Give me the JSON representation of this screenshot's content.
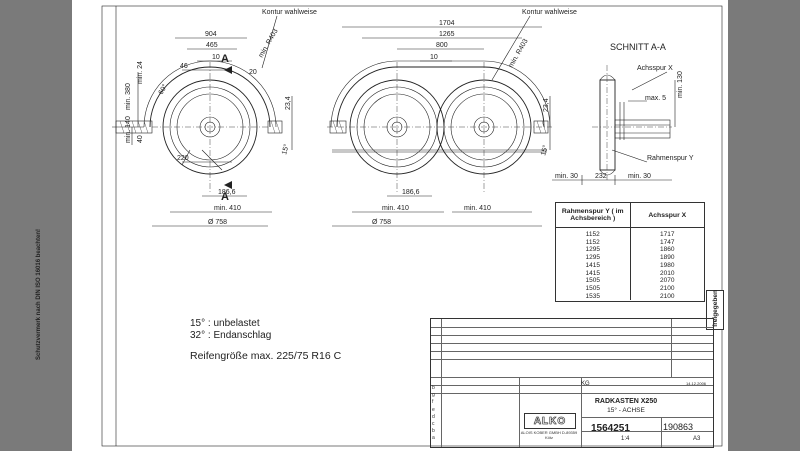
{
  "drawing": {
    "section_title": "SCHNITT A-A",
    "kontur_label": "Kontur wahlweise",
    "section_marker": "A",
    "dims_single": [
      "904",
      "465",
      "46",
      "10",
      "20",
      "min. 24",
      "min. R403",
      "60°",
      "min. 380",
      "min. 140",
      "40",
      "220",
      "186,6",
      "min. 410",
      "Ø 758",
      "23,4",
      "15°"
    ],
    "dims_double": [
      "1704",
      "1265",
      "800",
      "10",
      "min. R403",
      "23,4",
      "15°",
      "186,6",
      "min. 410",
      "min. 410",
      "Ø 758"
    ],
    "dims_section": [
      "Achsspur X",
      "max. 5",
      "min. 130",
      "Rahmenspur Y",
      "min. 30",
      "232",
      "min. 30"
    ]
  },
  "notes": {
    "line1": "15° : unbelastet",
    "line2": "32° : Endanschlag",
    "tyre": "Reifengröße max.   225/75 R16 C"
  },
  "spur_table": {
    "header_left": "Rahmenspur Y ( im Achsbereich )",
    "header_right": "Achsspur X",
    "rahmenspur": [
      "1152",
      "1152",
      "1295",
      "1295",
      "1415",
      "1415",
      "1505",
      "1505",
      "1535"
    ],
    "achsspur": [
      "1717",
      "1747",
      "1860",
      "1890",
      "1980",
      "2010",
      "2070",
      "2100",
      "2100"
    ]
  },
  "title_block": {
    "title": "RADKASTEN X250",
    "subtitle": "15° - ACHSE",
    "drawing_number": "1564251",
    "id_number": "190863",
    "scale": "1:4",
    "format": "A3",
    "weight_unit": "KG",
    "date": "14.12.2006",
    "logo": "ALKO",
    "company": "ALOIS KOBER GMBH D-89359 Kötz",
    "revisions": [
      "b",
      "g",
      "f",
      "e",
      "d",
      "c",
      "b",
      "a"
    ]
  },
  "freigabe_label": "freigegeben",
  "protection_note": "Schutzvermerk nach DIN ISO 16016 beachten!",
  "colors": {
    "background": "#7a7a7a",
    "sheet": "#ffffff",
    "ink": "#222222"
  }
}
